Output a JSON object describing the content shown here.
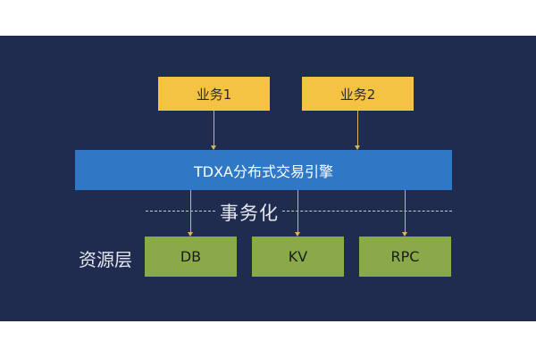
{
  "business": [
    {
      "label": "业务1"
    },
    {
      "label": "业务2"
    }
  ],
  "engine": {
    "label": "TDXA分布式交易引擎"
  },
  "transaction_label": "事务化",
  "resource_layer_label": "资源层",
  "resources": [
    {
      "label": "DB"
    },
    {
      "label": "KV"
    },
    {
      "label": "RPC"
    }
  ],
  "colors": {
    "background": "#1f2b4f",
    "business_box": "#f5c342",
    "engine_box": "#2e78c6",
    "resource_box": "#8aaa4a",
    "arrow": "#d9b45c"
  }
}
